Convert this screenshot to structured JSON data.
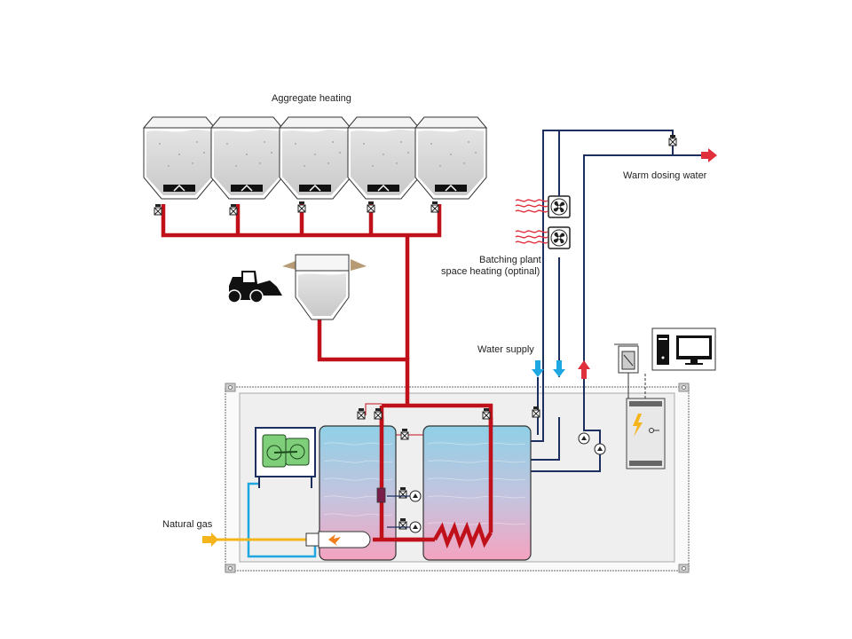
{
  "labels": {
    "aggregate_heating": "Aggregate heating",
    "warm_dosing_water": "Warm dosing water",
    "space_heating_line1": "Batching plant",
    "space_heating_line2": "space heating (optinal)",
    "water_supply": "Water supply",
    "natural_gas": "Natural gas"
  },
  "colors": {
    "hot_pipe": "#c0111b",
    "cold_pipe": "#1ea7e1",
    "navy_pipe": "#1c2f5e",
    "gas_pipe": "#f4b41a",
    "container": "#f0f0f0",
    "tank_top": "#8fd0e6",
    "tank_bottom": "#f4a3bf"
  },
  "icons": [
    "bin-icon",
    "loader-icon",
    "fan-icon",
    "heat-wave-icon",
    "valve-icon",
    "pump-icon",
    "burner-icon",
    "generator-icon",
    "control-cabinet-icon",
    "computer-icon",
    "arrow-icon"
  ]
}
